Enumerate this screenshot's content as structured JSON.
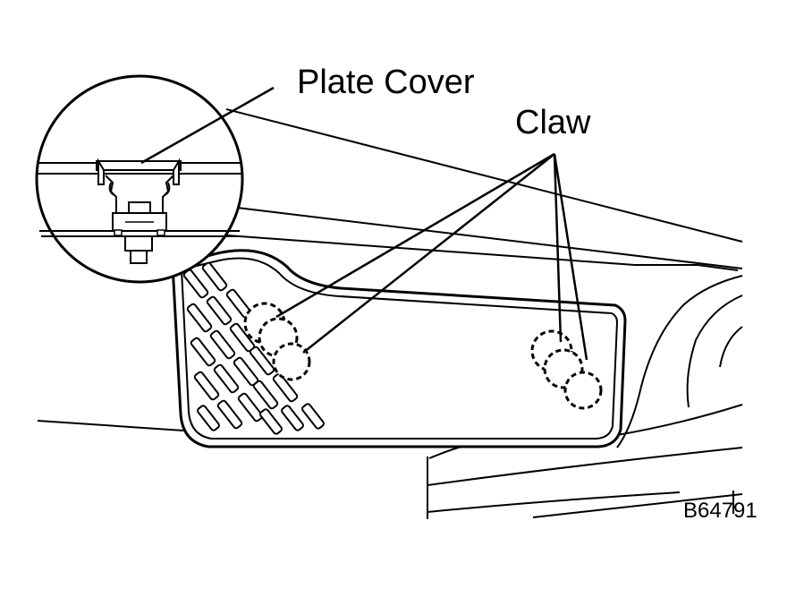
{
  "labels": {
    "plate_cover": "Plate Cover",
    "claw": "Claw",
    "figure_code": "B64791"
  },
  "colors": {
    "stroke": "#000000",
    "background": "#ffffff"
  }
}
